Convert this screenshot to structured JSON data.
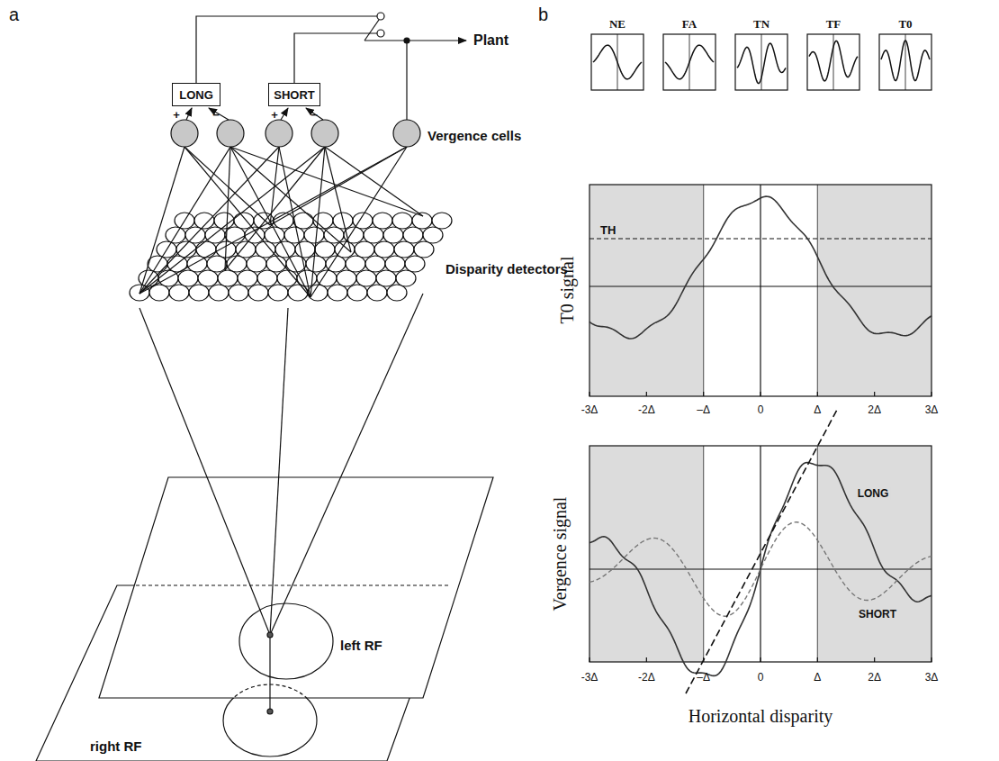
{
  "diagram": {
    "nodes": [
      {
        "text": [
          "LONG"
        ]
      },
      {
        "text": [
          "SHORT"
        ]
      }
    ],
    "labels": [
      "a",
      "+",
      "−",
      "+",
      "−",
      "Plant",
      "Vergence cells",
      "Disparity detectors",
      "left RF",
      "right RF",
      "b",
      "NE",
      "FA",
      "TN",
      "TF",
      "T0",
      "TH",
      "T0 signal",
      "-3Δ",
      "-2Δ",
      "–Δ",
      "0",
      "Δ",
      "2Δ",
      "3Δ",
      "-3Δ",
      "-2Δ",
      "–Δ",
      "0",
      "Δ",
      "2Δ",
      "3Δ",
      "LONG",
      "SHORT",
      "Vergence signal",
      "Horizontal disparity"
    ]
  }
}
